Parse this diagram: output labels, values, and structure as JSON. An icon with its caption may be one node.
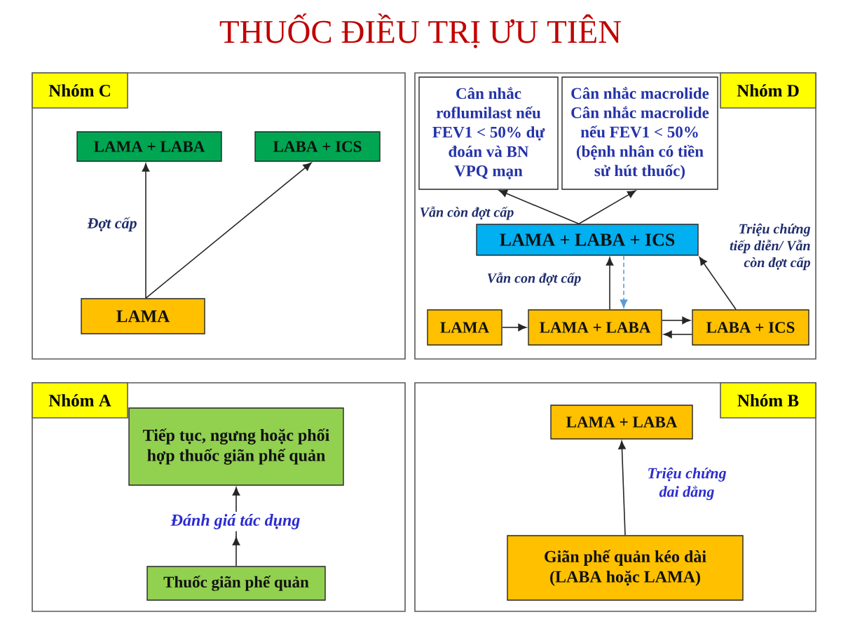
{
  "diagram": {
    "title": "THUỐC ĐIỀU TRỊ ƯU TIÊN",
    "nodes": [
      {
        "text": [
          "Nhóm C"
        ]
      },
      {
        "text": [
          "LAMA + LABA"
        ],
        "in": 0
      },
      {
        "text": [
          "LABA + ICS"
        ],
        "in": 0
      },
      {
        "text": [
          "LAMA"
        ],
        "in": 0
      },
      {
        "text": [
          "Nhóm D"
        ]
      },
      {
        "text": [
          "Cân nhắc roflumilast nếu FEV1 < 50% dự đoán và BN VPQ mạn"
        ],
        "in": 4
      },
      {
        "text": [
          "Cân nhắc macrolide Cân nhắc macrolide nếu FEV1 < 50% (bệnh nhân có tiền sử hút thuốc)"
        ],
        "in": 4
      },
      {
        "text": [
          "LAMA + LABA + ICS"
        ],
        "in": 4
      },
      {
        "text": [
          "LAMA"
        ],
        "in": 4
      },
      {
        "text": [
          "LAMA + LABA"
        ],
        "in": 4
      },
      {
        "text": [
          "LABA + ICS"
        ],
        "in": 4
      },
      {
        "text": [
          "Nhóm A"
        ]
      },
      {
        "text": [
          "Tiếp tục, ngưng hoặc phối hợp thuốc giãn phế quản"
        ],
        "in": 11
      },
      {
        "text": [
          "Thuốc giãn phế quản"
        ],
        "in": 11
      },
      {
        "text": [
          "Nhóm B"
        ]
      },
      {
        "text": [
          "LAMA + LABA"
        ],
        "in": 14
      },
      {
        "text": [
          "Giãn phế quản kéo dài (LABA hoặc LAMA)"
        ],
        "in": 14
      }
    ],
    "edges": [
      {
        "from": 3,
        "to": 1,
        "arrow": "to",
        "label": "Đợt cấp"
      },
      {
        "from": 3,
        "to": 2,
        "arrow": "to"
      },
      {
        "from": 7,
        "to": 5,
        "arrow": "to",
        "label": "Vẫn còn đợt cấp"
      },
      {
        "from": 7,
        "to": 6,
        "arrow": "to"
      },
      {
        "from": 8,
        "to": 9,
        "arrow": "to"
      },
      {
        "from": 9,
        "to": 7,
        "arrow": "to",
        "label": "Vẫn con đợt cấp"
      },
      {
        "from": 7,
        "to": 9,
        "arrow": "to",
        "style": "dashed",
        "color": "#5b9bd5"
      },
      {
        "from": 9,
        "to": 10,
        "arrow": "to"
      },
      {
        "from": 10,
        "to": 9,
        "arrow": "to"
      },
      {
        "from": 10,
        "to": 7,
        "arrow": "to",
        "label": "Triệu chứng tiếp diễn/ Vẫn còn đợt cấp"
      },
      {
        "from": 13,
        "to": 12,
        "arrow": "to",
        "label": "Đánh giá tác dụng"
      },
      {
        "from": 16,
        "to": 15,
        "arrow": "to",
        "label": "Triệu chứng dai dẳng"
      }
    ]
  }
}
